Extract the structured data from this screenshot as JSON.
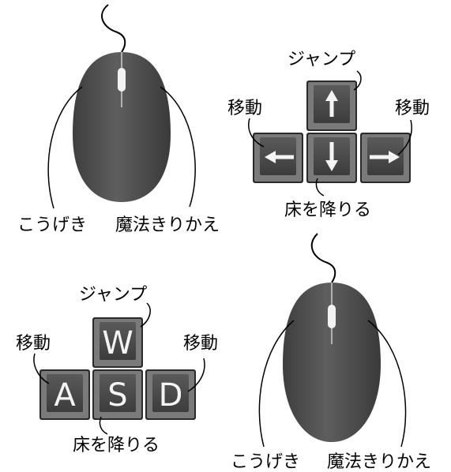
{
  "colors": {
    "mouse_body": "#545454",
    "mouse_wheel": "#f2f2f2",
    "key_face": "#4a4a4a",
    "key_edge": "#7a7a7a",
    "key_dark": "#262626",
    "glyph": "#f4f4f4",
    "line": "#000000"
  },
  "top_mouse": {
    "left_button_label": "こうげき",
    "right_button_label": "魔法きりかえ"
  },
  "arrow_keys": {
    "up_label": "ジャンプ",
    "left_label": "移動",
    "right_label": "移動",
    "down_label": "床を降りる",
    "up_icon": "arrow-up-icon",
    "left_icon": "arrow-left-icon",
    "down_icon": "arrow-down-icon",
    "right_icon": "arrow-right-icon"
  },
  "wasd_keys": {
    "w": "W",
    "a": "A",
    "s": "S",
    "d": "D",
    "w_label": "ジャンプ",
    "a_label": "移動",
    "d_label": "移動",
    "s_label": "床を降りる"
  },
  "bottom_mouse": {
    "left_button_label": "こうげき",
    "right_button_label": "魔法きりかえ"
  }
}
